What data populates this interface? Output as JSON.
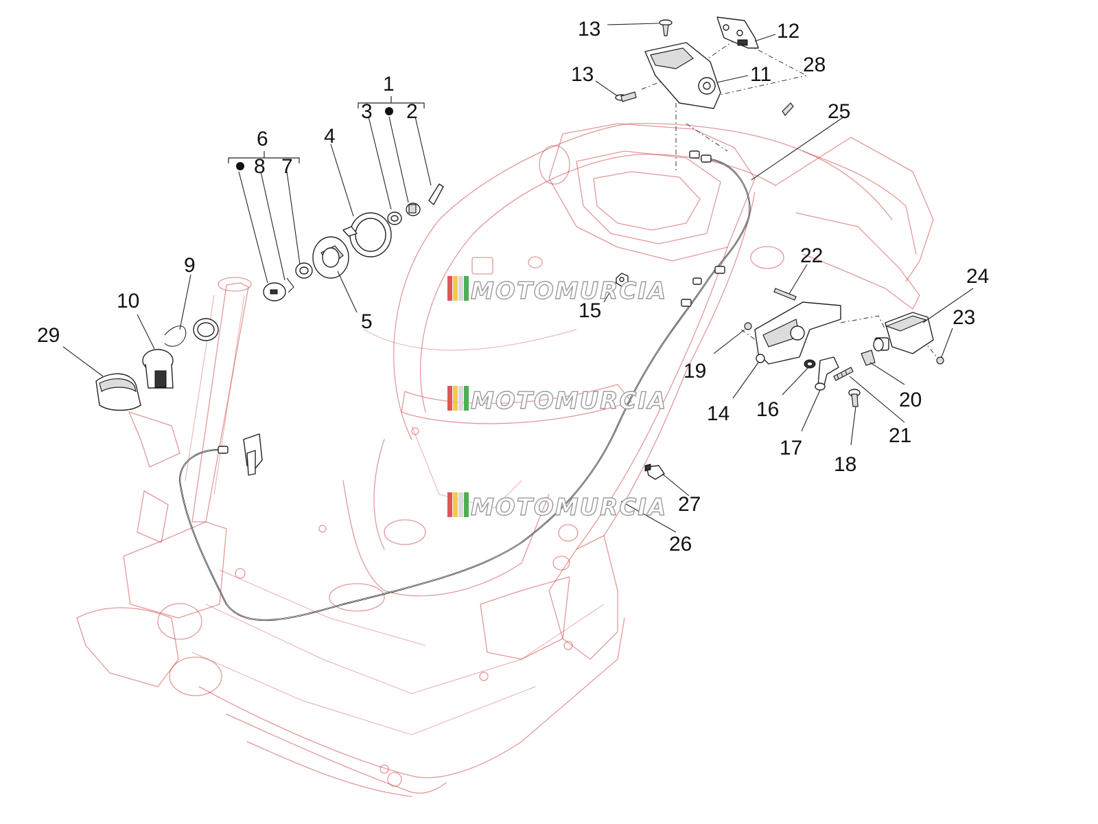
{
  "callouts": [
    {
      "label": "1"
    },
    {
      "label": "2"
    },
    {
      "label": "3"
    },
    {
      "label": "4"
    },
    {
      "label": "5"
    },
    {
      "label": "6"
    },
    {
      "label": "7"
    },
    {
      "label": "8"
    },
    {
      "label": "9"
    },
    {
      "label": "10"
    },
    {
      "label": "11"
    },
    {
      "label": "12"
    },
    {
      "label": "13"
    },
    {
      "label": "13"
    },
    {
      "label": "14"
    },
    {
      "label": "15"
    },
    {
      "label": "16"
    },
    {
      "label": "17"
    },
    {
      "label": "18"
    },
    {
      "label": "19"
    },
    {
      "label": "20"
    },
    {
      "label": "21"
    },
    {
      "label": "22"
    },
    {
      "label": "23"
    },
    {
      "label": "24"
    },
    {
      "label": "25"
    },
    {
      "label": "26"
    },
    {
      "label": "27"
    },
    {
      "label": "28"
    },
    {
      "label": "29"
    }
  ],
  "watermark": {
    "text": "MOTOMURCIA",
    "stripe_colors": [
      "#e05555",
      "#f2c94c",
      "#d9d9d9",
      "#4caf50"
    ]
  }
}
